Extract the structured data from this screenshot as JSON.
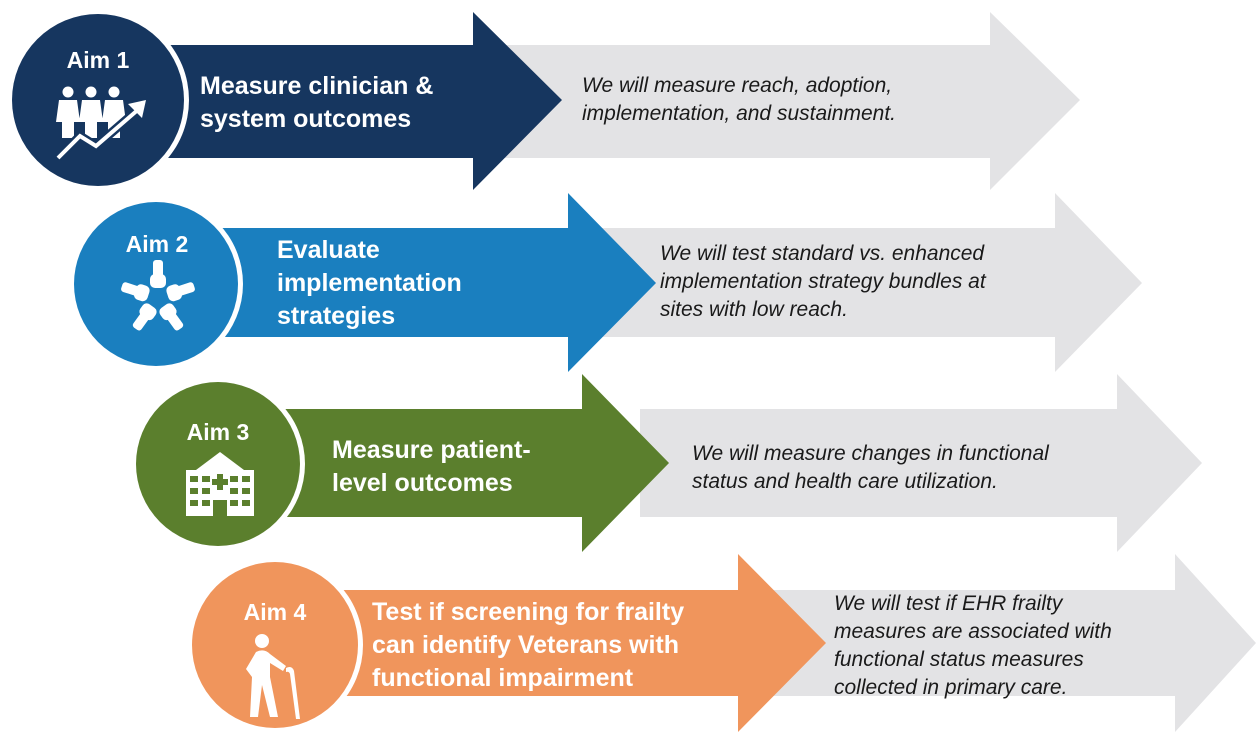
{
  "aims": [
    {
      "label": "Aim 1",
      "heading": "Measure clinician & system outcomes",
      "heading_lines": [
        "Measure clinician &",
        "system outcomes"
      ],
      "description_lines": [
        "We will measure reach, adoption,",
        "implementation, and sustainment."
      ],
      "color": "#16365f",
      "icon": "people-growth-icon"
    },
    {
      "label": "Aim 2",
      "heading": "Evaluate implementation strategies",
      "heading_lines": [
        "Evaluate",
        "implementation",
        "strategies"
      ],
      "description_lines": [
        "We will test standard vs. enhanced",
        "implementation strategy bundles at",
        "sites with low reach."
      ],
      "color": "#1a7fbf",
      "icon": "joined-hands-icon"
    },
    {
      "label": "Aim 3",
      "heading": "Measure patient-level outcomes",
      "heading_lines": [
        "Measure patient-",
        "level outcomes"
      ],
      "description_lines": [
        "We will measure changes in functional",
        "status and health care utilization."
      ],
      "color": "#5b7f2d",
      "icon": "hospital-icon"
    },
    {
      "label": "Aim 4",
      "heading": "Test if screening for frailty can identify Veterans with functional impairment",
      "heading_lines": [
        "Test if screening for frailty",
        "can identify Veterans with",
        "functional impairment"
      ],
      "description_lines": [
        "We will test if EHR frailty",
        "measures are associated with",
        "functional status measures",
        "collected in primary care."
      ],
      "color": "#f0955c",
      "icon": "elderly-cane-icon"
    }
  ],
  "background_arrow_color": "#e3e3e5"
}
